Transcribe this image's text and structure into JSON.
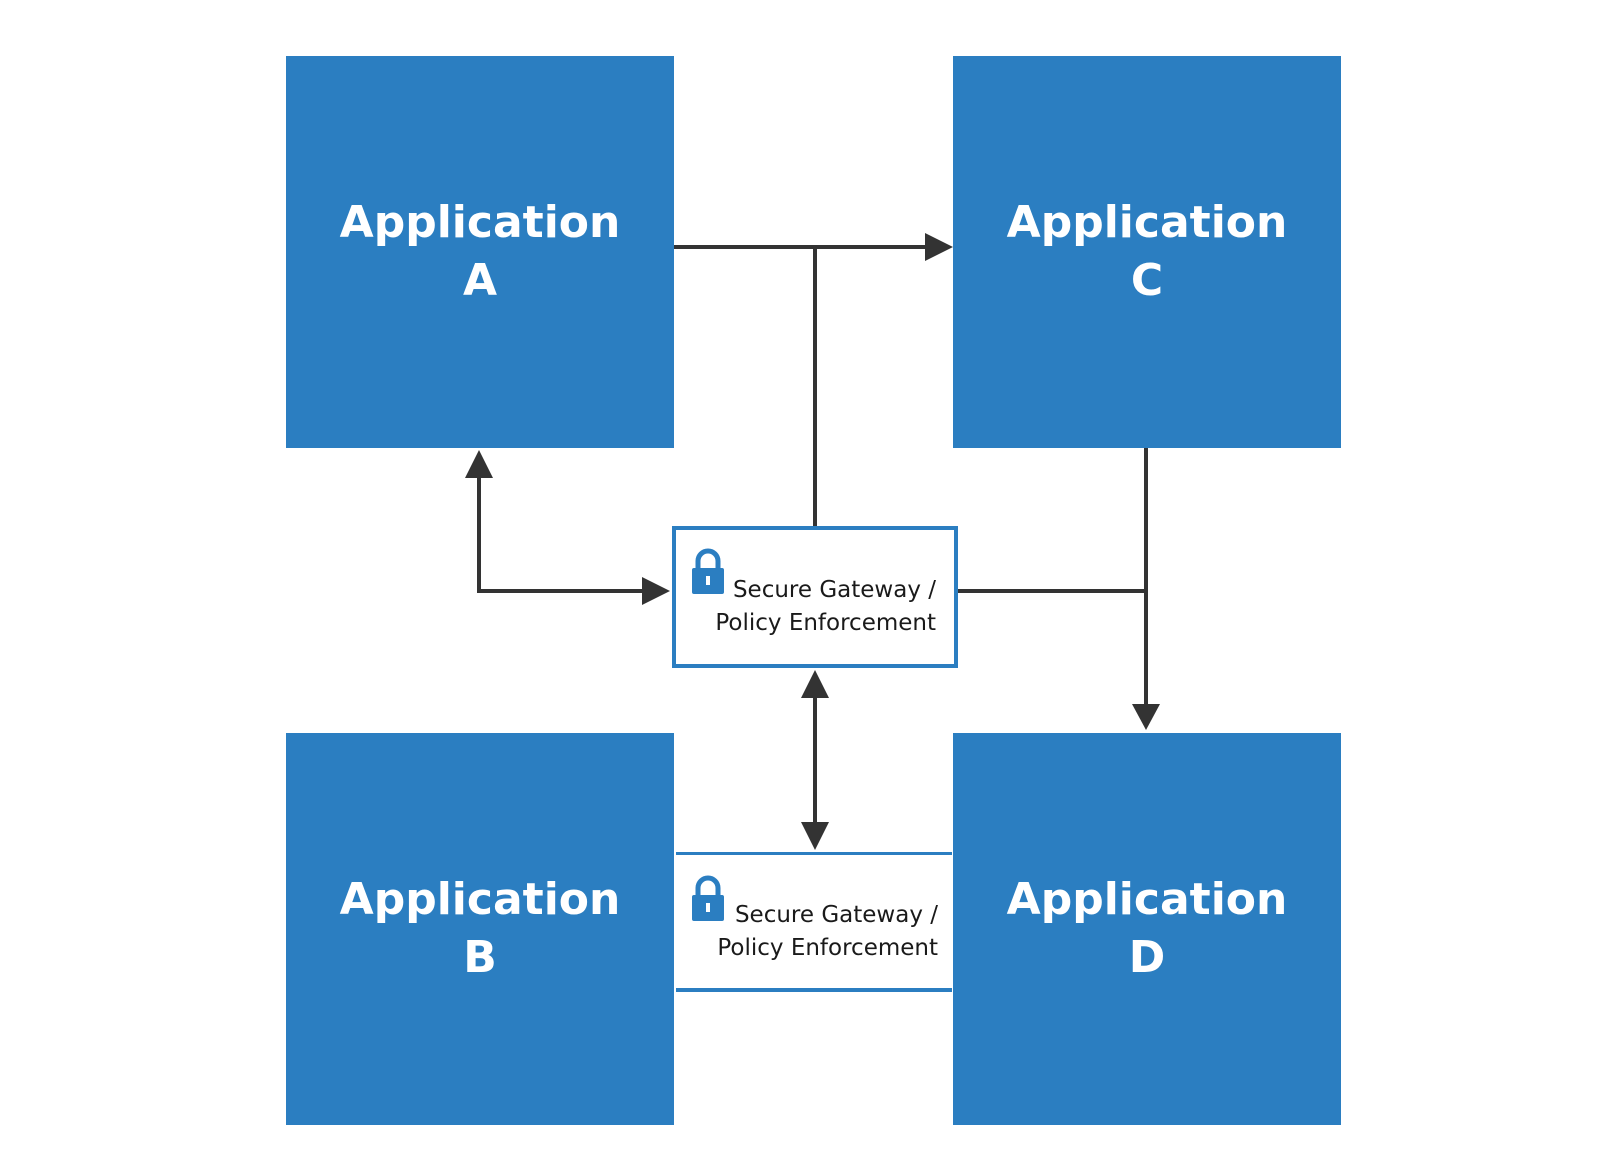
{
  "colors": {
    "box_fill": "#2b7ec1",
    "box_text": "#ffffff",
    "connector": "#333333",
    "gateway_border": "#2b7ec1",
    "gateway_text": "#1a1a1a",
    "lock": "#2b7ec1"
  },
  "applications": {
    "a": {
      "line1": "Application",
      "line2": "A"
    },
    "b": {
      "line1": "Application",
      "line2": "B"
    },
    "c": {
      "line1": "Application",
      "line2": "C"
    },
    "d": {
      "line1": "Application",
      "line2": "D"
    }
  },
  "gateways": {
    "center": {
      "line1": "Secure Gateway /",
      "line2": "Policy Enforcement",
      "icon": "lock-icon"
    },
    "bottom": {
      "line1": "Secure Gateway /",
      "line2": "Policy Enforcement",
      "icon": "lock-icon"
    }
  }
}
